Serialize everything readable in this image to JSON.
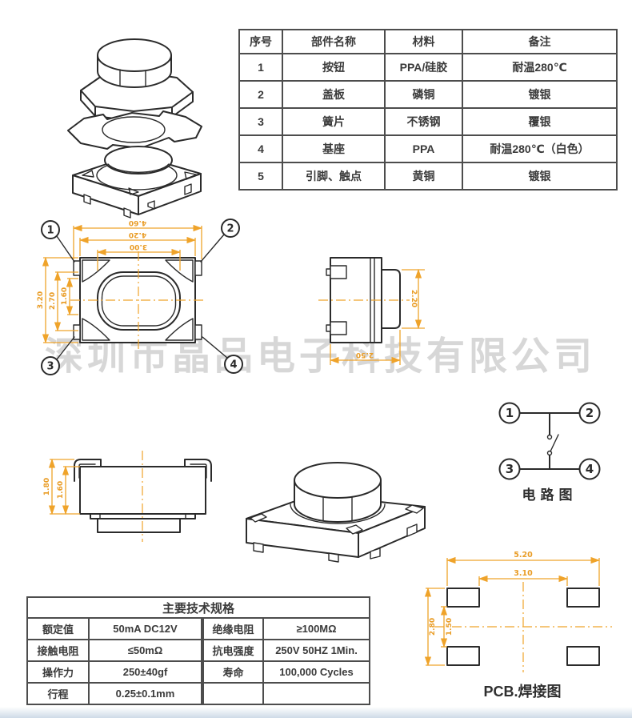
{
  "watermark": "深圳市晶品电子科技有限公司",
  "colors": {
    "dimension_accent": "#EFA32A",
    "drawing_line": "#2b2b2b",
    "table_border": "#4d4d4d",
    "watermark": "#d7d7d7"
  },
  "parts_table": {
    "headers": [
      "序号",
      "部件名称",
      "材料",
      "备注"
    ],
    "rows": [
      [
        "1",
        "按钮",
        "PPA/硅胶",
        "耐温280℃"
      ],
      [
        "2",
        "盖板",
        "磷铜",
        "镀银"
      ],
      [
        "3",
        "簧片",
        "不锈钢",
        "覆银"
      ],
      [
        "4",
        "基座",
        "PPA",
        "耐温280℃（白色）"
      ],
      [
        "5",
        "引脚、触点",
        "黄铜",
        "镀银"
      ]
    ]
  },
  "spec_table": {
    "title": "主要技术规格",
    "rows": [
      {
        "k1": "额定值",
        "v1": "50mA DC12V",
        "k2": "绝缘电阻",
        "v2": "≥100MΩ"
      },
      {
        "k1": "接触电阻",
        "v1": "≤50mΩ",
        "k2": "抗电强度",
        "v2": "250V 50HZ 1Min."
      },
      {
        "k1": "操作力",
        "v1": "250±40gf",
        "k2": "寿命",
        "v2": "100,000 Cycles"
      },
      {
        "k1": "行程",
        "v1": "0.25±0.1mm",
        "k2": "",
        "v2": ""
      }
    ]
  },
  "top_view": {
    "dim_width_outer": "4.60",
    "dim_width_body": "4.20",
    "dim_width_inner": "3.00",
    "dim_height_body": "3.20",
    "dim_height_mid": "2.70",
    "dim_height_inner": "1.60",
    "callouts": [
      "1",
      "2",
      "3",
      "4"
    ]
  },
  "side_view": {
    "dim_height": "2.20",
    "dim_width": "2.50"
  },
  "front_view": {
    "dim_total": "1.80",
    "dim_body": "1.60"
  },
  "circuit": {
    "label": "电路图",
    "terminals": [
      "1",
      "2",
      "3",
      "4"
    ]
  },
  "pcb": {
    "label": "PCB.焊接图",
    "dim_outer_width": "5.20",
    "dim_pad_span": "3.10",
    "dim_pad_gap": "1.50",
    "dim_outer_height": "2.80"
  }
}
